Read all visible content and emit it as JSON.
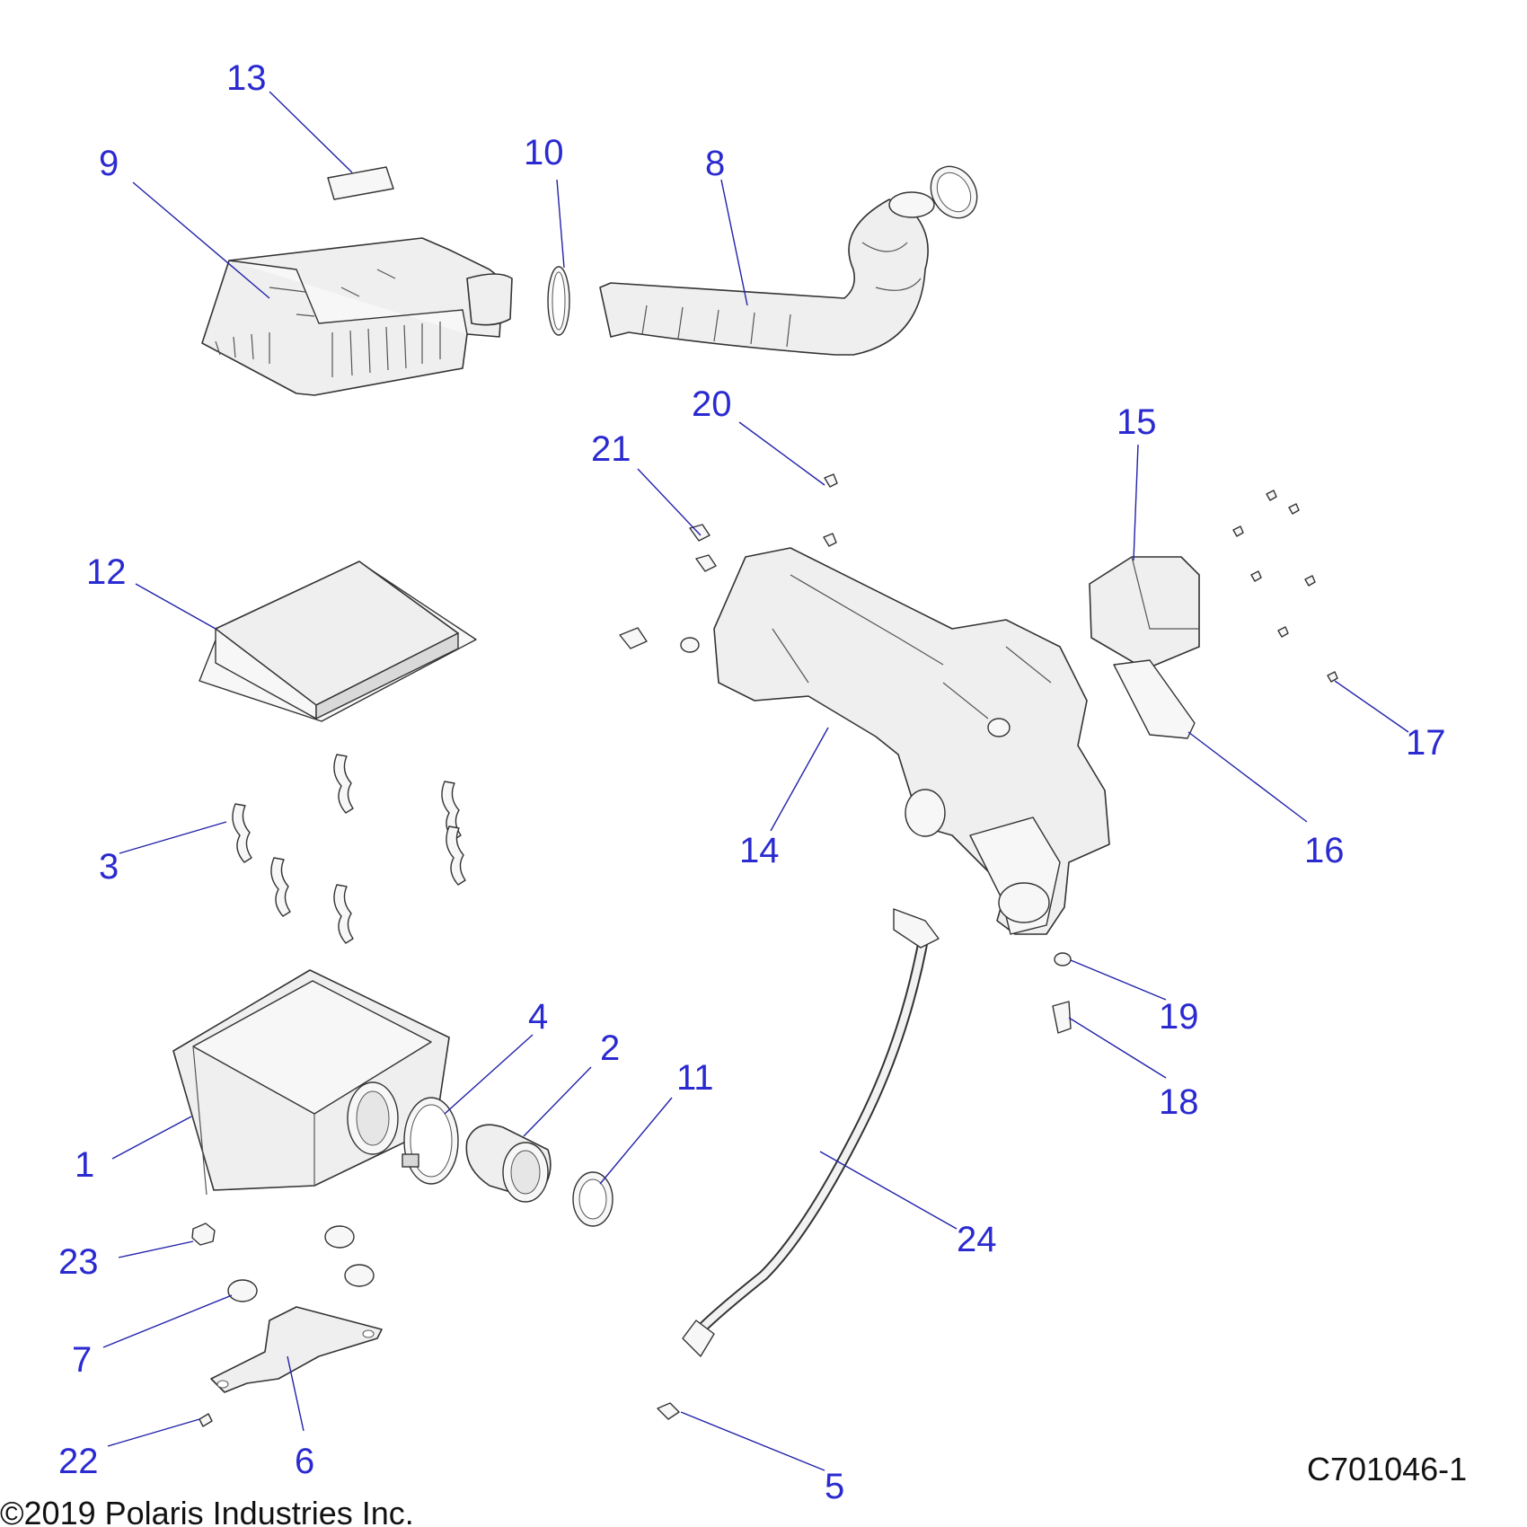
{
  "diagram": {
    "drawing_id": "C701046-1",
    "copyright": "©2019 Polaris Industries Inc.",
    "callouts": {
      "c1": "1",
      "c2": "2",
      "c3": "3",
      "c4": "4",
      "c5": "5",
      "c6": "6",
      "c7": "7",
      "c8": "8",
      "c9": "9",
      "c10": "10",
      "c11": "11",
      "c12": "12",
      "c13": "13",
      "c14": "14",
      "c15": "15",
      "c16": "16",
      "c17": "17",
      "c18": "18",
      "c19": "19",
      "c20": "20",
      "c21": "21",
      "c22": "22",
      "c23": "23",
      "c24": "24"
    }
  }
}
